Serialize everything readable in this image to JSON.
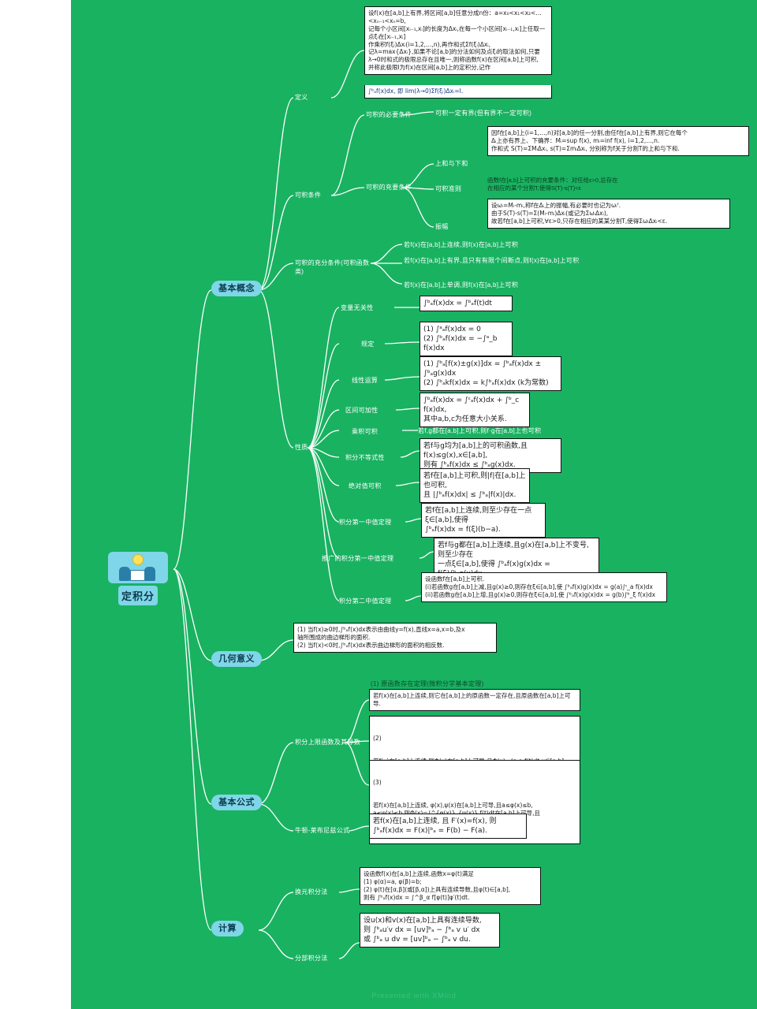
{
  "canvas": {
    "bg_color": "#19b261",
    "footer": "Presented with XMind"
  },
  "root": {
    "label": "定积分",
    "icon": "presentation-idea-icon"
  },
  "branches": [
    {
      "id": "b1",
      "label": "基本概念"
    },
    {
      "id": "b2",
      "label": "几何意义"
    },
    {
      "id": "b3",
      "label": "基本公式"
    },
    {
      "id": "b4",
      "label": "计算"
    }
  ],
  "labels": {
    "definition": "定义",
    "integrable_conditions": "可积条件",
    "necessary": "可积的必要条件",
    "necessary_detail": "可积一定有界(但有界不一定可积)",
    "sufficient": "可积的充要条件",
    "upper_lower_sum": "上和与下和",
    "criterion": "可积准则",
    "amplitude": "振幅",
    "sufficient_class": "可积的充分条件(可积函数类)",
    "class1": "若f(x)在[a,b]上连续,则f(x)在[a,b]上可积",
    "class2": "若f(x)在[a,b]上有界,且只有有限个间断点,则f(x)在[a,b]上可积",
    "class3": "若f(x)在[a,b]上单调,则f(x)在[a,b]上可积",
    "properties": "性质",
    "var_independent": "变量无关性",
    "regulation": "规定",
    "linear": "线性运算",
    "interval_additive": "区间可加性",
    "product_integrable": "乘积可积",
    "product_detail": "若f,g都在[a,b]上可积,则f·g在[a,b]上也可积",
    "integral_inequality": "积分不等式性",
    "abs_integrable": "绝对值可积",
    "mean_value_1": "积分第一中值定理",
    "mean_value_1_ext": "推广的积分第一中值定理",
    "mean_value_2": "积分第二中值定理",
    "upper_limit_fn": "积分上限函数及其导数",
    "newton_leibniz": "牛顿-莱布尼兹公式",
    "substitution": "换元积分法",
    "by_parts": "分部积分法"
  },
  "notes": {
    "definition_note": "设f(x)在[a,b]上有界,将区间[a,b]任意分成n份：a=x₀<x₁<x₂<…<xₙ₋₁<xₙ=b,\n记每个小区间[xᵢ₋₁,xᵢ]的长度为Δxᵢ,在每一个小区间[xᵢ₋₁,xᵢ]上任取一点ξᵢ在[xᵢ₋₁,xᵢ]\n作乘积f(ξᵢ)Δxᵢ(i=1,2,…,n),再作和式Σf(ξᵢ)Δxᵢ,\n记λ=max{Δxᵢ},如果不论[a,b]的分法如何及点ξᵢ的取法如何,只要\nλ→0时和式的极限总存在且唯一,则称函数f(x)在区间[a,b]上可积,\n并称此极限I为f(x)在区间[a,b]上的定积分,记作",
    "definition_formula": "∫ᵇₐf(x)dx, 即 lim(λ→0)Σf(ξᵢ)Δxᵢ=I.",
    "upper_lower_note": "因f在[a,b]上(i=1,…,n)对[a,b]的任一分割,由任f在[a,b]上有界,则它在每个\nΔᵢ上亦有界上、下确界：Mᵢ=sup f(x), mᵢ=inf f(x), i=1,2,…,n.\n作和式 S(T)=ΣMᵢΔxᵢ, s(T)=ΣmᵢΔxᵢ, 分别称为f关于分割T的上和与下和.",
    "criterion_note": "函数f在[a,b]上可积的充要条件：对任给ε>0,总存在\n在相应的某个分割T,使得S(T)-s(T)<ε",
    "amplitude_note": "设ωᵢ=Mᵢ-mᵢ,称f在Δᵢ上的振幅,有必要时也记为ωᵢᶠ.\n由于S(T)-s(T)=Σ(Mᵢ-mᵢ)Δxᵢ(或记为ΣωᵢΔxᵢ),\n故若f在[a,b]上可积,∀ε>0,只存在相应的某某分割T,使得ΣωᵢΔxᵢ<ε.",
    "var_independent_note": "∫ᵇₐf(x)dx = ∫ᵇₐf(t)dt",
    "regulation_note": "(1) ∫ᵃₐf(x)dx = 0\n(2) ∫ᵇₐf(x)dx = −∫ᵃ_b f(x)dx",
    "linear_note": "(1) ∫ᵇₐ[f(x)±g(x)]dx = ∫ᵇₐf(x)dx ± ∫ᵇₐg(x)dx\n(2) ∫ᵇₐkf(x)dx = k∫ᵇₐf(x)dx (k为常数)",
    "interval_note": "∫ᵇₐf(x)dx = ∫ᶜₐf(x)dx + ∫ᵇ_c f(x)dx,\n其中a,b,c为任意大小关系.",
    "inequality_note": "若f与g均为[a,b]上的可积函数,且f(x)≤g(x),x∈[a,b],\n则有 ∫ᵇₐf(x)dx ≤ ∫ᵇₐg(x)dx.",
    "abs_note": "若f在[a,b]上可积,则|f|在[a,b]上也可积,\n且 |∫ᵇₐf(x)dx| ≤ ∫ᵇₐ|f(x)|dx.",
    "mv1_note": "若f在[a,b]上连续,则至少存在一点ξ∈[a,b],使得\n∫ᵇₐf(x)dx = f(ξ)(b−a).",
    "mv1_ext_note": "若f与g都在[a,b]上连续,且g(x)在[a,b]上不变号,则至少存在\n一点ξ∈[a,b],使得 ∫ᵇₐf(x)g(x)dx = f(ξ)∫ᵇₐg(x)dx.",
    "mv2_note": "设函数f在[a,b]上可积.\n(i)若函数g在[a,b]上减,且g(x)≥0,则存在ξ∈[a,b],使 ∫ᵇₐf(x)g(x)dx = g(a)∫ᶦ_a f(x)dx\n(ii)若函数g在[a,b]上增,且g(x)≥0,则存在ξ∈[a,b],使 ∫ᵇₐf(x)g(x)dx = g(b)∫ᵇ_ξ f(x)dx",
    "geometry_note": "(1) 当f(x)≥0时,∫ᵇₐf(x)dx表示由曲线y=f(x),直线x=a,x=b,及x\n轴所围成的曲边梯形的面积.\n(2) 当f(x)<0时,∫ᵇₐf(x)dx表示曲边梯形的面积的相反数.",
    "formula1_title": "(1) 原函数存在定理(微积分学基本定理)",
    "formula1_note": "若f(x)在[a,b]上连续,则它在[a,b]上的原函数一定存在,且原函数在[a,b]上可导.",
    "formula2_title": "(2)",
    "formula2_note": "若f(x)在[a,b]上连续,则Φ(x)在[a,b]上可导,且Φ(x)=∫ˣ_a f(t)dt,x∈[a,b],\n则 Φ′(x)=∫ˣ_a f(t)dt 在[a,b]上可导,且 Φ′(x)=f′[φ(x)]·φ′(x).",
    "formula3_title": "(3)",
    "formula3_note": "若f(x)在[a,b]上连续, φ(x),ψ(x)在[a,b]上可导,且a≤φ(x)≤b,\na≤ψ(x)≤b,则Φ(x)=∫^{φ(x)}_{ψ(x)} f(t)dt在[a,b]上可导,且\nΦ′(x)=f[φ(x)]·φ′(x) − f[ψ(x)]·ψ′(x).",
    "newton_note": "若f(x)在[a,b]上连续, 且 F′(x)=f(x), 则\n∫ᵇₐf(x)dx = F(x)|ᵇₐ = F(b) − F(a).",
    "substitution_note": "设函数f(x)在[a,b]上连续,函数x=φ(t)满足\n(1) φ(α)=a, φ(β)=b;\n(2) φ(t)在[α,β](或[β,α])上具有连续导数,且φ(t)∈[a,b],\n则有 ∫ᵇₐf(x)dx = ∫^β_α f[φ(t)]φ′(t)dt.",
    "by_parts_note": "设u(x)和v(x)在[a,b]上具有连续导数,\n则 ∫ᵇₐu′v dx = [uv]ᵇₐ − ∫ᵇₐ v u′ dx\n或 ∫ᵇₐ u dv = [uv]ᵇₐ − ∫ᵇₐ v du."
  }
}
